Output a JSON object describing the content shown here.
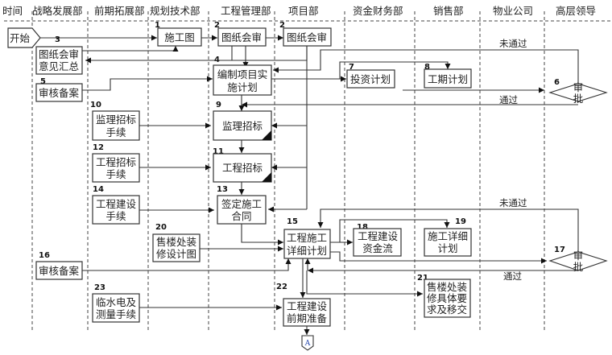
{
  "header": {
    "time_label": "时间",
    "lanes": [
      "战略发展部",
      "前期拓展部",
      "规划技术部",
      "工程管理部",
      "项目部",
      "资金财务部",
      "销售部",
      "物业公司",
      "高层领导"
    ]
  },
  "start": {
    "label": "开始"
  },
  "connector_end": {
    "label": "A"
  },
  "nodes": [
    {
      "id": "n1",
      "num": "1",
      "lines": [
        "施工图"
      ]
    },
    {
      "id": "n2a",
      "num": "2",
      "lines": [
        "图纸会审"
      ]
    },
    {
      "id": "n2b",
      "num": "2",
      "lines": [
        "图纸会审"
      ]
    },
    {
      "id": "n3",
      "num": "3",
      "lines": [
        "图纸会审",
        "意见汇总"
      ]
    },
    {
      "id": "n4",
      "num": "4",
      "lines": [
        "编制项目实",
        "施计划"
      ]
    },
    {
      "id": "n5",
      "num": "5",
      "lines": [
        "审核备案"
      ]
    },
    {
      "id": "n6",
      "num": "6",
      "lines": [
        "审",
        "批"
      ]
    },
    {
      "id": "n7",
      "num": "7",
      "lines": [
        "投资计划"
      ]
    },
    {
      "id": "n8",
      "num": "8",
      "lines": [
        "工期计划"
      ]
    },
    {
      "id": "n9",
      "num": "9",
      "lines": [
        "监理招标"
      ]
    },
    {
      "id": "n10",
      "num": "10",
      "lines": [
        "监理招标",
        "手续"
      ]
    },
    {
      "id": "n11",
      "num": "11",
      "lines": [
        "工程招标"
      ]
    },
    {
      "id": "n12",
      "num": "12",
      "lines": [
        "工程招标",
        "手续"
      ]
    },
    {
      "id": "n13",
      "num": "13",
      "lines": [
        "签定施工",
        "合同"
      ]
    },
    {
      "id": "n14",
      "num": "14",
      "lines": [
        "工程建设",
        "手续"
      ]
    },
    {
      "id": "n15",
      "num": "15",
      "lines": [
        "工程施工",
        "详细计划"
      ]
    },
    {
      "id": "n16",
      "num": "16",
      "lines": [
        "审核备案"
      ]
    },
    {
      "id": "n17",
      "num": "17",
      "lines": [
        "审",
        "批"
      ]
    },
    {
      "id": "n18",
      "num": "18",
      "lines": [
        "工程建设",
        "资金流"
      ]
    },
    {
      "id": "n19",
      "num": "19",
      "lines": [
        "施工详细",
        "计划"
      ]
    },
    {
      "id": "n20",
      "num": "20",
      "lines": [
        "售楼处装",
        "修设计图"
      ]
    },
    {
      "id": "n21",
      "num": "21",
      "lines": [
        "售楼处装",
        "修具体要",
        "求及移交"
      ]
    },
    {
      "id": "n22",
      "num": "22",
      "lines": [
        "工程建设",
        "前期准备"
      ]
    },
    {
      "id": "n23",
      "num": "23",
      "lines": [
        "临水电及",
        "测量手续"
      ]
    }
  ],
  "edge_labels": {
    "fail_1": "未通过",
    "pass_1": "通过",
    "fail_2": "未通过",
    "pass_2": "通过"
  }
}
